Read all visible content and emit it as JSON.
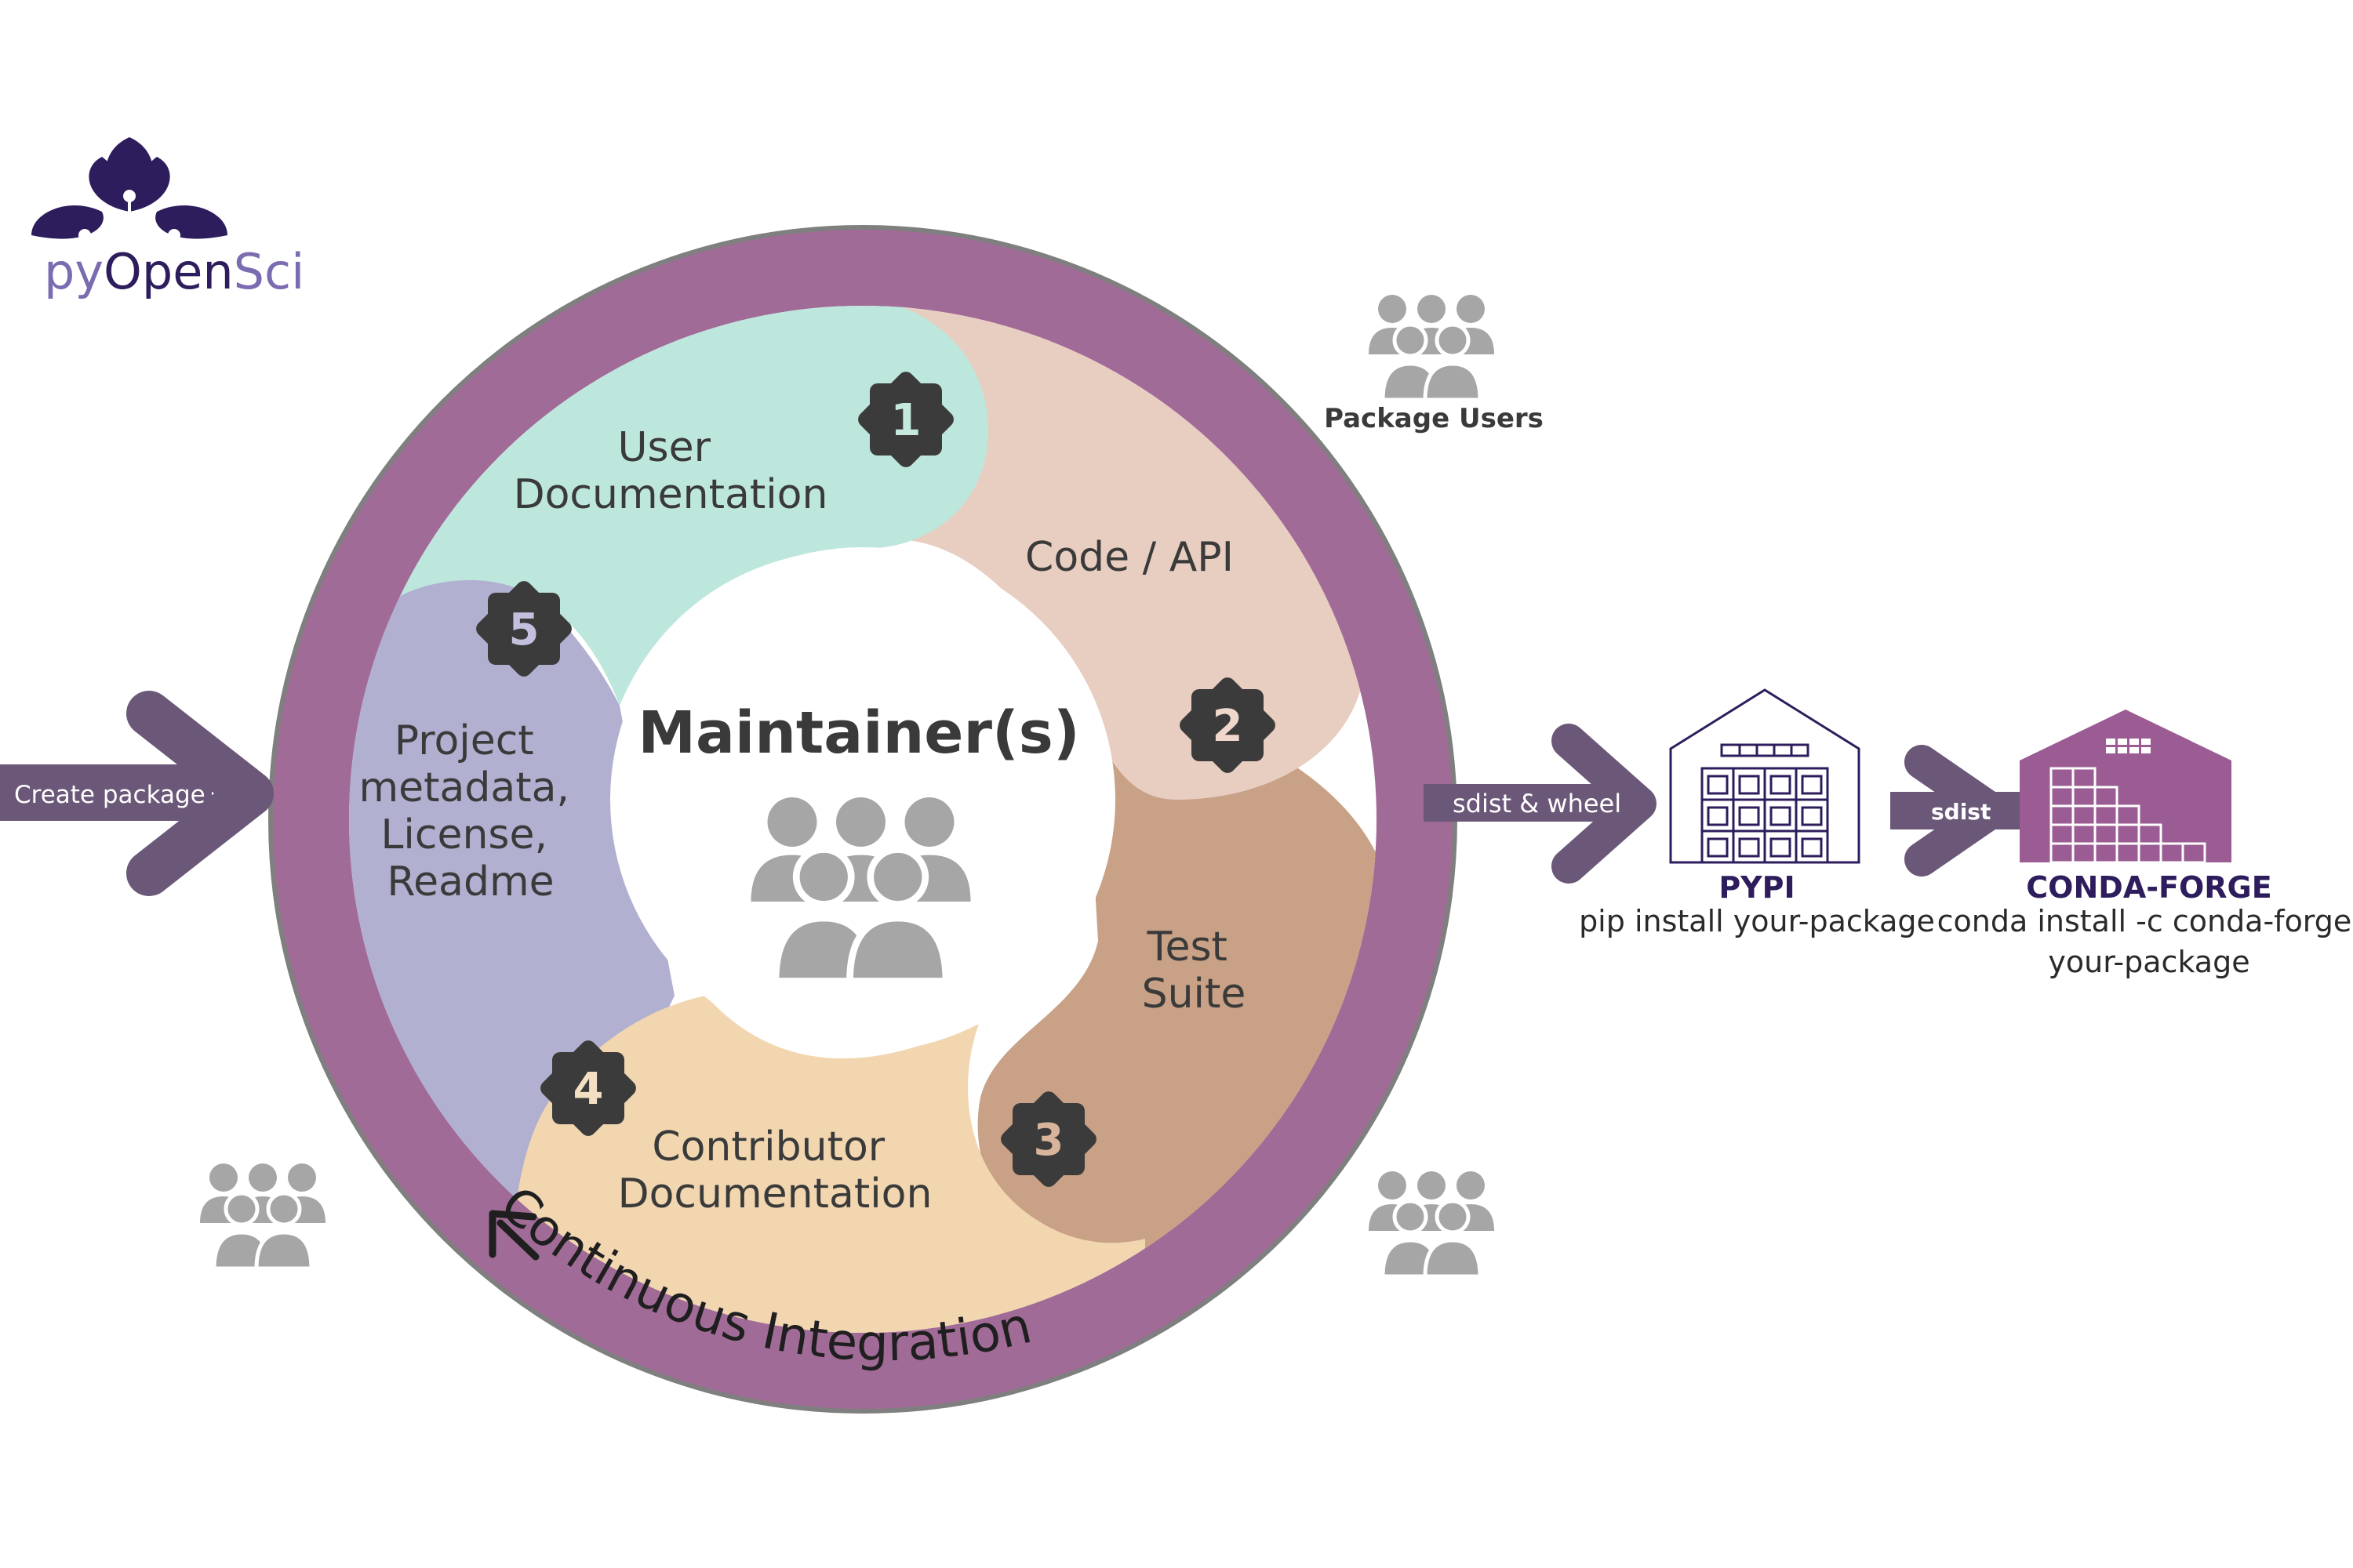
{
  "logo": {
    "prefix": "py",
    "name_open": "Open",
    "name_sci": "Sci",
    "colors": {
      "dark": "#2e1d5c",
      "light": "#7b6bb0"
    }
  },
  "center": {
    "title": "Maintainer(s)",
    "icon": "people-group-icon"
  },
  "segments": [
    {
      "number": "1",
      "label_lines": [
        "User",
        "Documentation"
      ],
      "color": "#bde6dc"
    },
    {
      "number": "2",
      "label_lines": [
        "Code / API"
      ],
      "color": "#e8cdc1"
    },
    {
      "number": "3",
      "label_lines": [
        "Test",
        "Suite"
      ],
      "color": "#c9a186"
    },
    {
      "number": "4",
      "label_lines": [
        "Contributor",
        "Documentation"
      ],
      "color": "#f1d6b0"
    },
    {
      "number": "5",
      "label_lines": [
        "Project",
        "metadata,",
        "License,",
        "Readme"
      ],
      "color": "#b1b0d1"
    }
  ],
  "badge_number_colors": [
    "#c4e9df",
    "#f0d7cb",
    "#d7b49a",
    "#f3dfc1",
    "#c2c0dd"
  ],
  "ring": {
    "label": "Continuous Integration",
    "color": "#a16b97",
    "arrow_icon": "curved-arrow-icon"
  },
  "arrows": {
    "create": "Create package",
    "build": "sdist & wheel",
    "sdist": "sdist"
  },
  "groups": {
    "users_label": "Package Users",
    "icon": "people-group-icon"
  },
  "pypi": {
    "name": "PYPI",
    "command": "pip install your-package",
    "icon": "warehouse-icon",
    "color": "#2e1d5c"
  },
  "conda": {
    "name": "CONDA-FORGE",
    "command_lines": [
      "conda install -c conda-forge",
      "your-package"
    ],
    "icon": "conda-forge-warehouse-icon",
    "color": "#9a5c93"
  },
  "colors": {
    "arrow": "#6b5878",
    "text": "#3a3a3a",
    "badge": "#3b3b3b",
    "people": "#a6a6a6"
  }
}
